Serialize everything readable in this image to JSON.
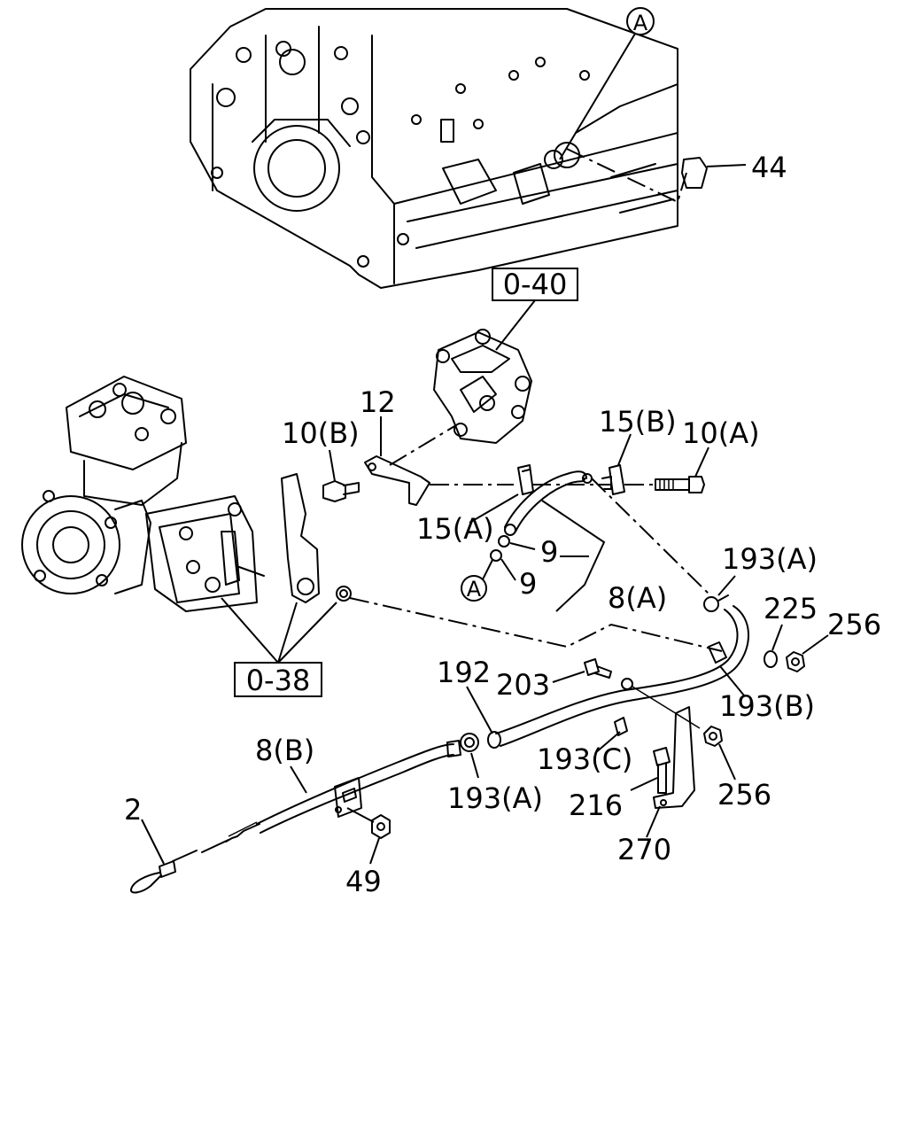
{
  "callouts": {
    "marker_a_top": "A",
    "marker_a_mid": "A",
    "p44": "44",
    "ref_0_40": "0-40",
    "ref_0_38": "0-38",
    "p12": "12",
    "p10b": "10(B)",
    "p15b": "15(B)",
    "p10a": "10(A)",
    "p15a": "15(A)",
    "p9_upper": "9",
    "p9_lower": "9",
    "p8a": "8(A)",
    "p193a_right": "193(A)",
    "p225": "225",
    "p256_right": "256",
    "p192": "192",
    "p203": "203",
    "p193b": "193(B)",
    "p193c": "193(C)",
    "p8b": "8(B)",
    "p2": "2",
    "p193a_lower": "193(A)",
    "p216": "216",
    "p256_lower": "256",
    "p270": "270",
    "p49": "49"
  }
}
